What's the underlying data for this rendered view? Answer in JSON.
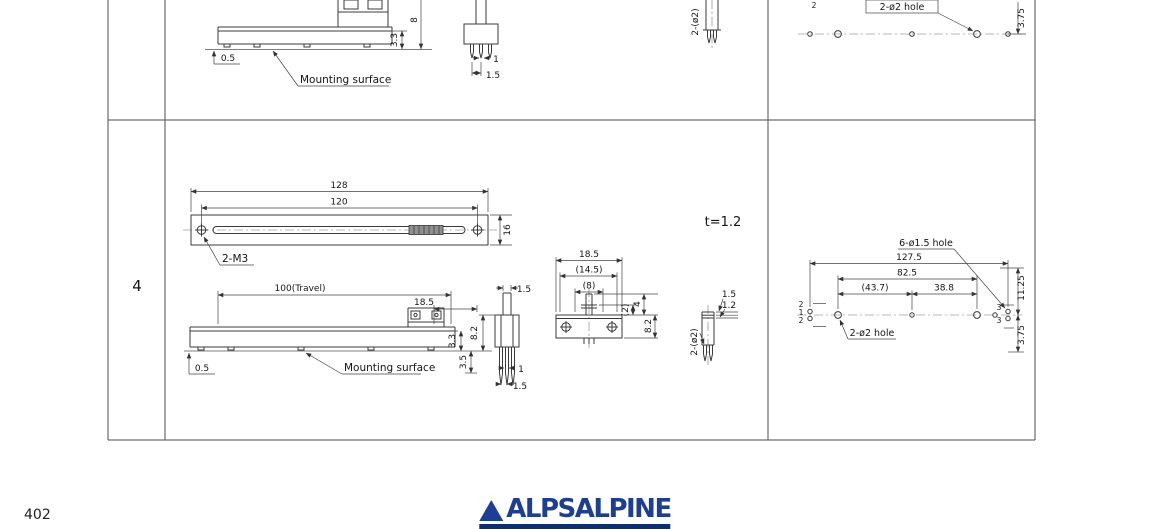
{
  "table": {
    "row_label": "4",
    "thickness_note": "t=1.2"
  },
  "row3": {
    "side_view": {
      "dim_gap": "0.5",
      "mounting_label": "Mounting surface",
      "dim_body_h": "3.3",
      "dim_total_h": "8"
    },
    "front_view": {
      "dim_pin_w": "1",
      "dim_pin_pitch": "1.5"
    },
    "detail_view": {
      "hole_label": "2-(ø2)"
    },
    "pcb_view": {
      "hole_label": "2-ø2 hole",
      "dim_edge": "3.75",
      "dim_offset": "2"
    }
  },
  "row4": {
    "top_view": {
      "dim_length": "128",
      "dim_hole_span": "120",
      "dim_width": "16",
      "screw_label": "2-M3"
    },
    "side_view": {
      "dim_travel": "100(Travel)",
      "dim_lug": "18.5",
      "dim_knob": "1.5",
      "dim_height": "8.2",
      "dim_h1": "3.3",
      "dim_h2": "3.5",
      "dim_gap": "0.5",
      "mounting_label": "Mounting surface",
      "dim_pin_w": "1",
      "dim_pin_pitch": "1.5"
    },
    "section_view": {
      "dim_flange": "18.5",
      "dim_inner": "(14.5)",
      "dim_slot": "(8)",
      "dim_d1": "(2)",
      "dim_d2": "4",
      "dim_d3": "8.2"
    },
    "detail_view": {
      "dim_t1": "1.5",
      "dim_t2": "1.2",
      "hole_label": "2-(ø2)"
    },
    "pcb_view": {
      "hole6_label": "6-ø1.5 hole",
      "dim_span": "127.5",
      "dim_inner_span": "82.5",
      "dim_a": "(43.7)",
      "dim_b": "38.8",
      "hole2_label": "2-ø2 hole",
      "left_offsets": [
        "2",
        "1",
        "2"
      ],
      "right_offsets": [
        "3",
        "3"
      ],
      "dim_top": "11.25",
      "dim_bottom": "3.75"
    }
  },
  "footer": {
    "page_number": "402",
    "logo_text": "ALPSALPINE",
    "colors": {
      "logo_blue": "#1c3f94",
      "logo_bar_navy": "#0c2f6d"
    }
  }
}
